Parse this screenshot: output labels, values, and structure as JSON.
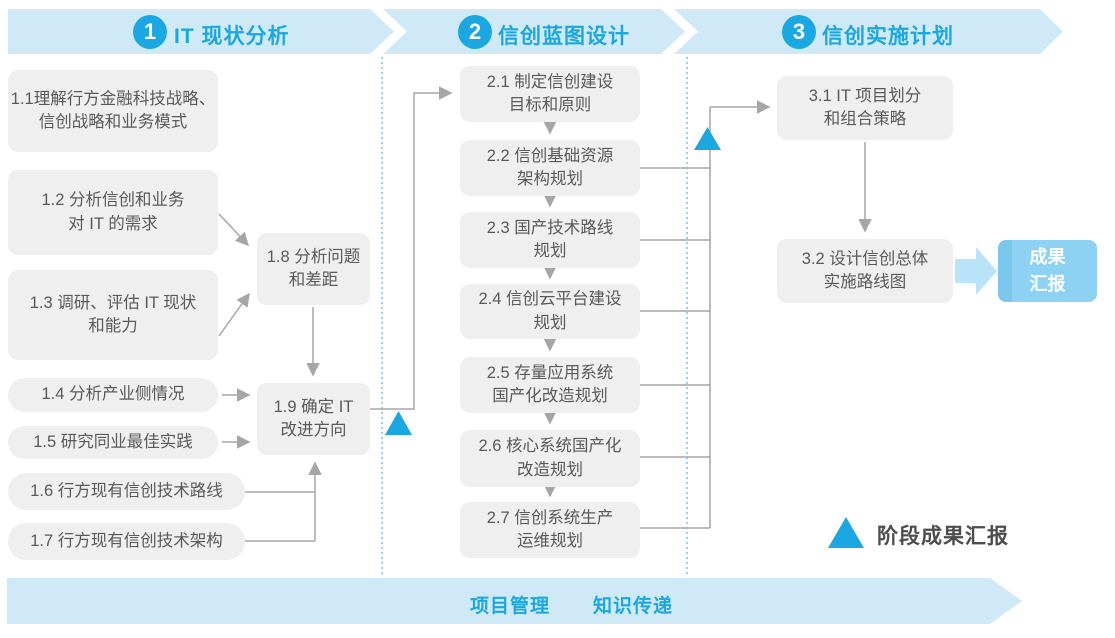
{
  "phases": [
    {
      "number": "1",
      "title": "IT 现状分析"
    },
    {
      "number": "2",
      "title": "信创蓝图设计"
    },
    {
      "number": "3",
      "title": "信创实施计划"
    }
  ],
  "nodes": {
    "n1_1": {
      "text": "1.1理解行方金融科技战略、\n信创战略和业务模式"
    },
    "n1_2": {
      "text": "1.2 分析信创和业务\n对 IT 的需求"
    },
    "n1_3": {
      "text": "1.3 调研、评估 IT 现状\n和能力"
    },
    "n1_4": {
      "text": "1.4 分析产业侧情况"
    },
    "n1_5": {
      "text": "1.5 研究同业最佳实践"
    },
    "n1_6": {
      "text": "1.6 行方现有信创技术路线"
    },
    "n1_7": {
      "text": "1.7 行方现有信创技术架构"
    },
    "n1_8": {
      "text": "1.8 分析问题\n和差距"
    },
    "n1_9": {
      "text": "1.9 确定 IT\n改进方向"
    },
    "n2_1": {
      "text": "2.1 制定信创建设\n目标和原则"
    },
    "n2_2": {
      "text": "2.2 信创基础资源\n架构规划"
    },
    "n2_3": {
      "text": "2.3 国产技术路线\n规划"
    },
    "n2_4": {
      "text": "2.4 信创云平台建设\n规划"
    },
    "n2_5": {
      "text": "2.5 存量应用系统\n国产化改造规划"
    },
    "n2_6": {
      "text": "2.6 核心系统国产化\n改造规划"
    },
    "n2_7": {
      "text": "2.7 信创系统生产\n运维规划"
    },
    "n3_1": {
      "text": "3.1 IT 项目划分\n和组合策略"
    },
    "n3_2": {
      "text": "3.2 设计信创总体\n实施路线图"
    }
  },
  "outcome": {
    "text": "成果\n汇报"
  },
  "legend": {
    "label": "阶段成果汇报"
  },
  "bottom_band": {
    "left_label": "项目管理",
    "right_label": "知识传递"
  },
  "colors": {
    "accent_blue": "#1ba7e1",
    "band_blue": "#cfe9f7",
    "node_gray": "#efefef",
    "node_text": "#58595b",
    "line_gray": "#a6a6a6",
    "outcome_blue": "#8dd1f3",
    "outcome_edge": "#7cc7ee",
    "fat_arrow": "#b9e3f8",
    "legend_text": "#4d4d4d"
  }
}
